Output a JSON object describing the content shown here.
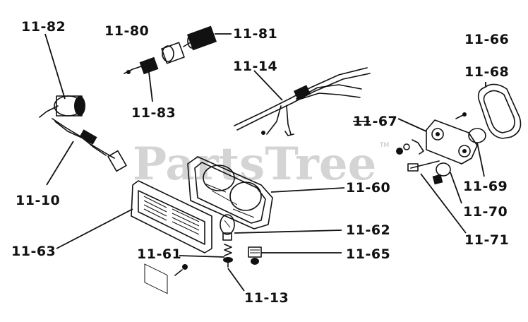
{
  "watermark": {
    "text": "PartsTree",
    "mark": "TM"
  },
  "callouts": [
    "11-82",
    "11-80",
    "11-81",
    "11-83",
    "11-14",
    "11-66",
    "11-68",
    "11-67",
    "11-10",
    "11-60",
    "11-69",
    "11-70",
    "11-62",
    "11-71",
    "11-63",
    "11-61",
    "11-65",
    "11-13"
  ],
  "colors": {
    "ink": "#111111",
    "watermark": "#d4d4d4",
    "background": "#ffffff"
  }
}
